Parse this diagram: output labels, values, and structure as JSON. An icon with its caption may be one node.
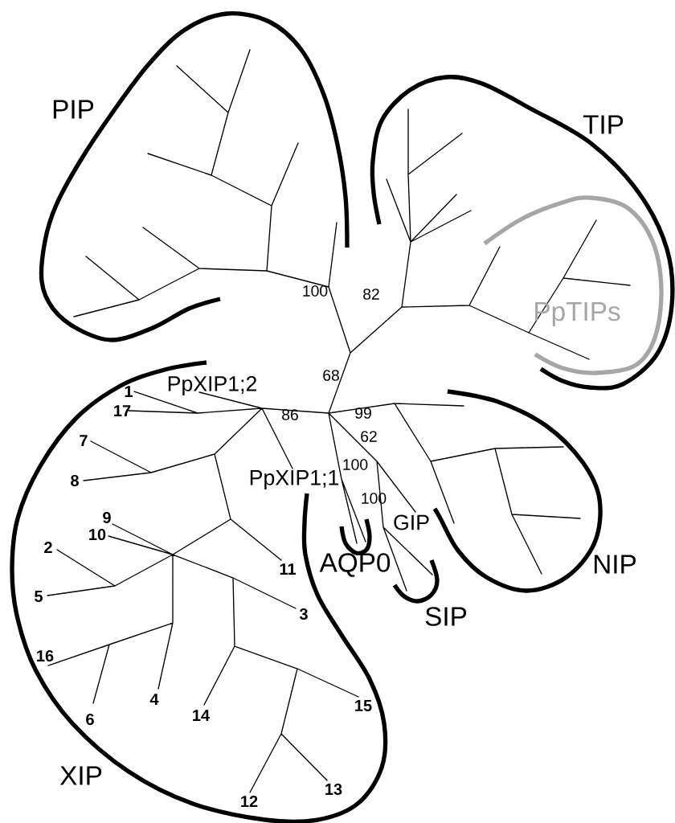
{
  "diagram": {
    "labels": [
      "PIP",
      "TIP",
      "100",
      "82",
      "PpTIPs",
      "68",
      "PpXIP1;2",
      "86",
      "99",
      "1",
      "17",
      "7",
      "62",
      "100",
      "8",
      "PpXIP1;1",
      "100",
      "9",
      "10",
      "GIP",
      "2",
      "AQP0",
      "11",
      "NIP",
      "5",
      "3",
      "SIP",
      "16",
      "4",
      "6",
      "14",
      "15",
      "XIP",
      "13",
      "12"
    ]
  }
}
